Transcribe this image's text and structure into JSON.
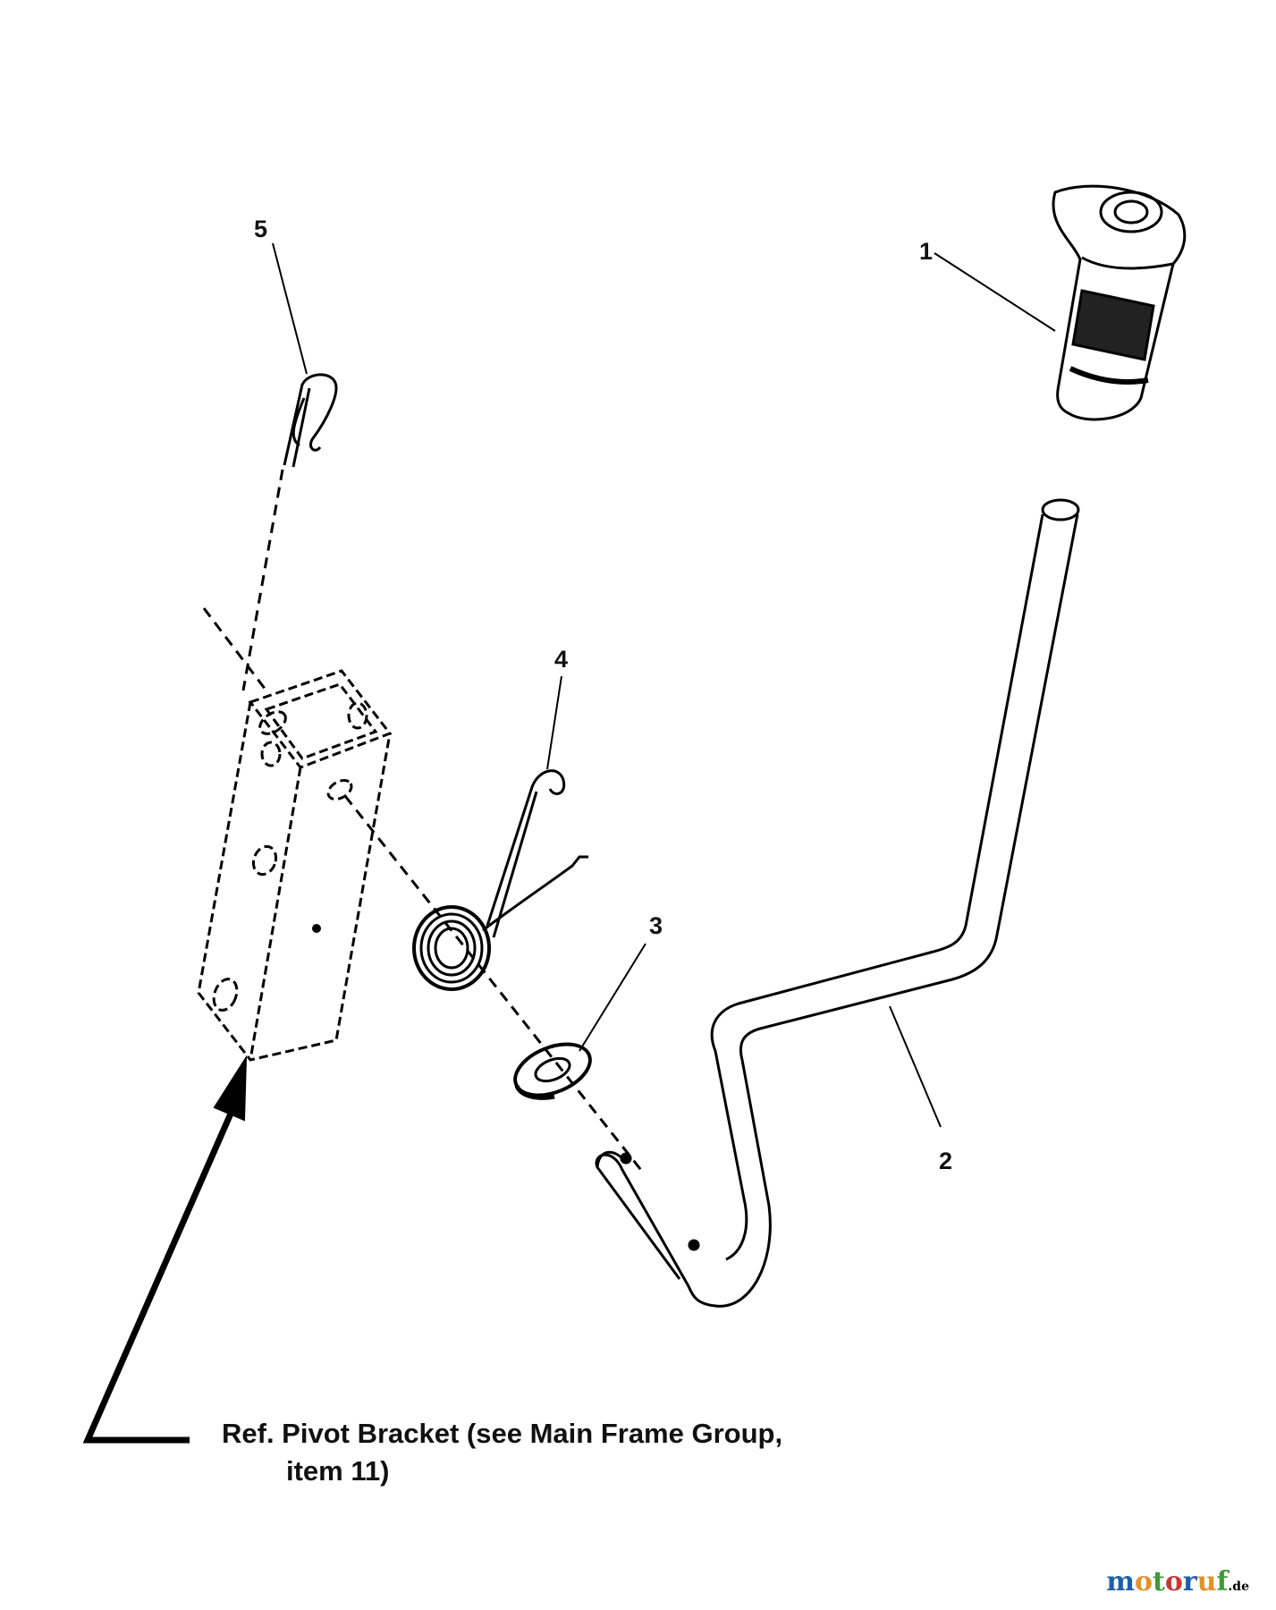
{
  "callouts": {
    "c1": "1",
    "c2": "2",
    "c3": "3",
    "c4": "4",
    "c5": "5"
  },
  "reference": {
    "line1": "Ref. Pivot Bracket (see Main Frame Group,",
    "line2": "item 11)"
  },
  "watermark": {
    "text": "motoruf",
    "tld": ".de",
    "colors": [
      "#1f5fa8",
      "#e0922c",
      "#3f9a3a",
      "#c23a33",
      "#1f5fa8",
      "#e0922c",
      "#3f9a3a"
    ]
  },
  "parts": {
    "part_1": "grip-icon",
    "part_2": "lever-rod-icon",
    "part_3": "washer-icon",
    "part_4": "torsion-spring-icon",
    "part_5": "hairpin-clip-icon",
    "bracket": "pivot-bracket-icon"
  }
}
